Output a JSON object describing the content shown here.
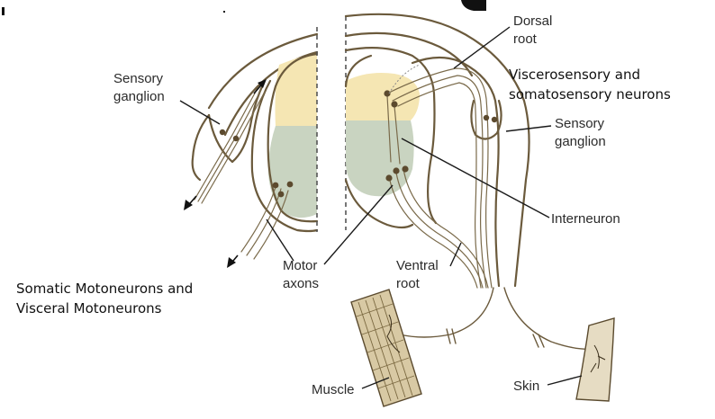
{
  "labels": {
    "dorsal_root": [
      "Dorsal",
      "root"
    ],
    "sensory_neurons_heading": [
      "Viscerosensory and",
      "somatosensory neurons"
    ],
    "sensory_ganglion_right": [
      "Sensory",
      "ganglion"
    ],
    "sensory_ganglion_left": [
      "Sensory",
      "ganglion"
    ],
    "interneuron": "Interneuron",
    "ventral_root": [
      "Ventral",
      "root"
    ],
    "motor_axons": [
      "Motor",
      "axons"
    ],
    "motoneurons_heading": [
      "Somatic Motoneurons and",
      "Visceral Motoneurons"
    ],
    "muscle": "Muscle",
    "skin": "Skin"
  },
  "colors": {
    "dorsal_horn": "#f5e6b3",
    "ventral_horn": "#c9d4c1",
    "outline": "#6b5a3c",
    "muscle_fill": "#d8c9a4",
    "skin_fill": "#e6dcc3"
  }
}
